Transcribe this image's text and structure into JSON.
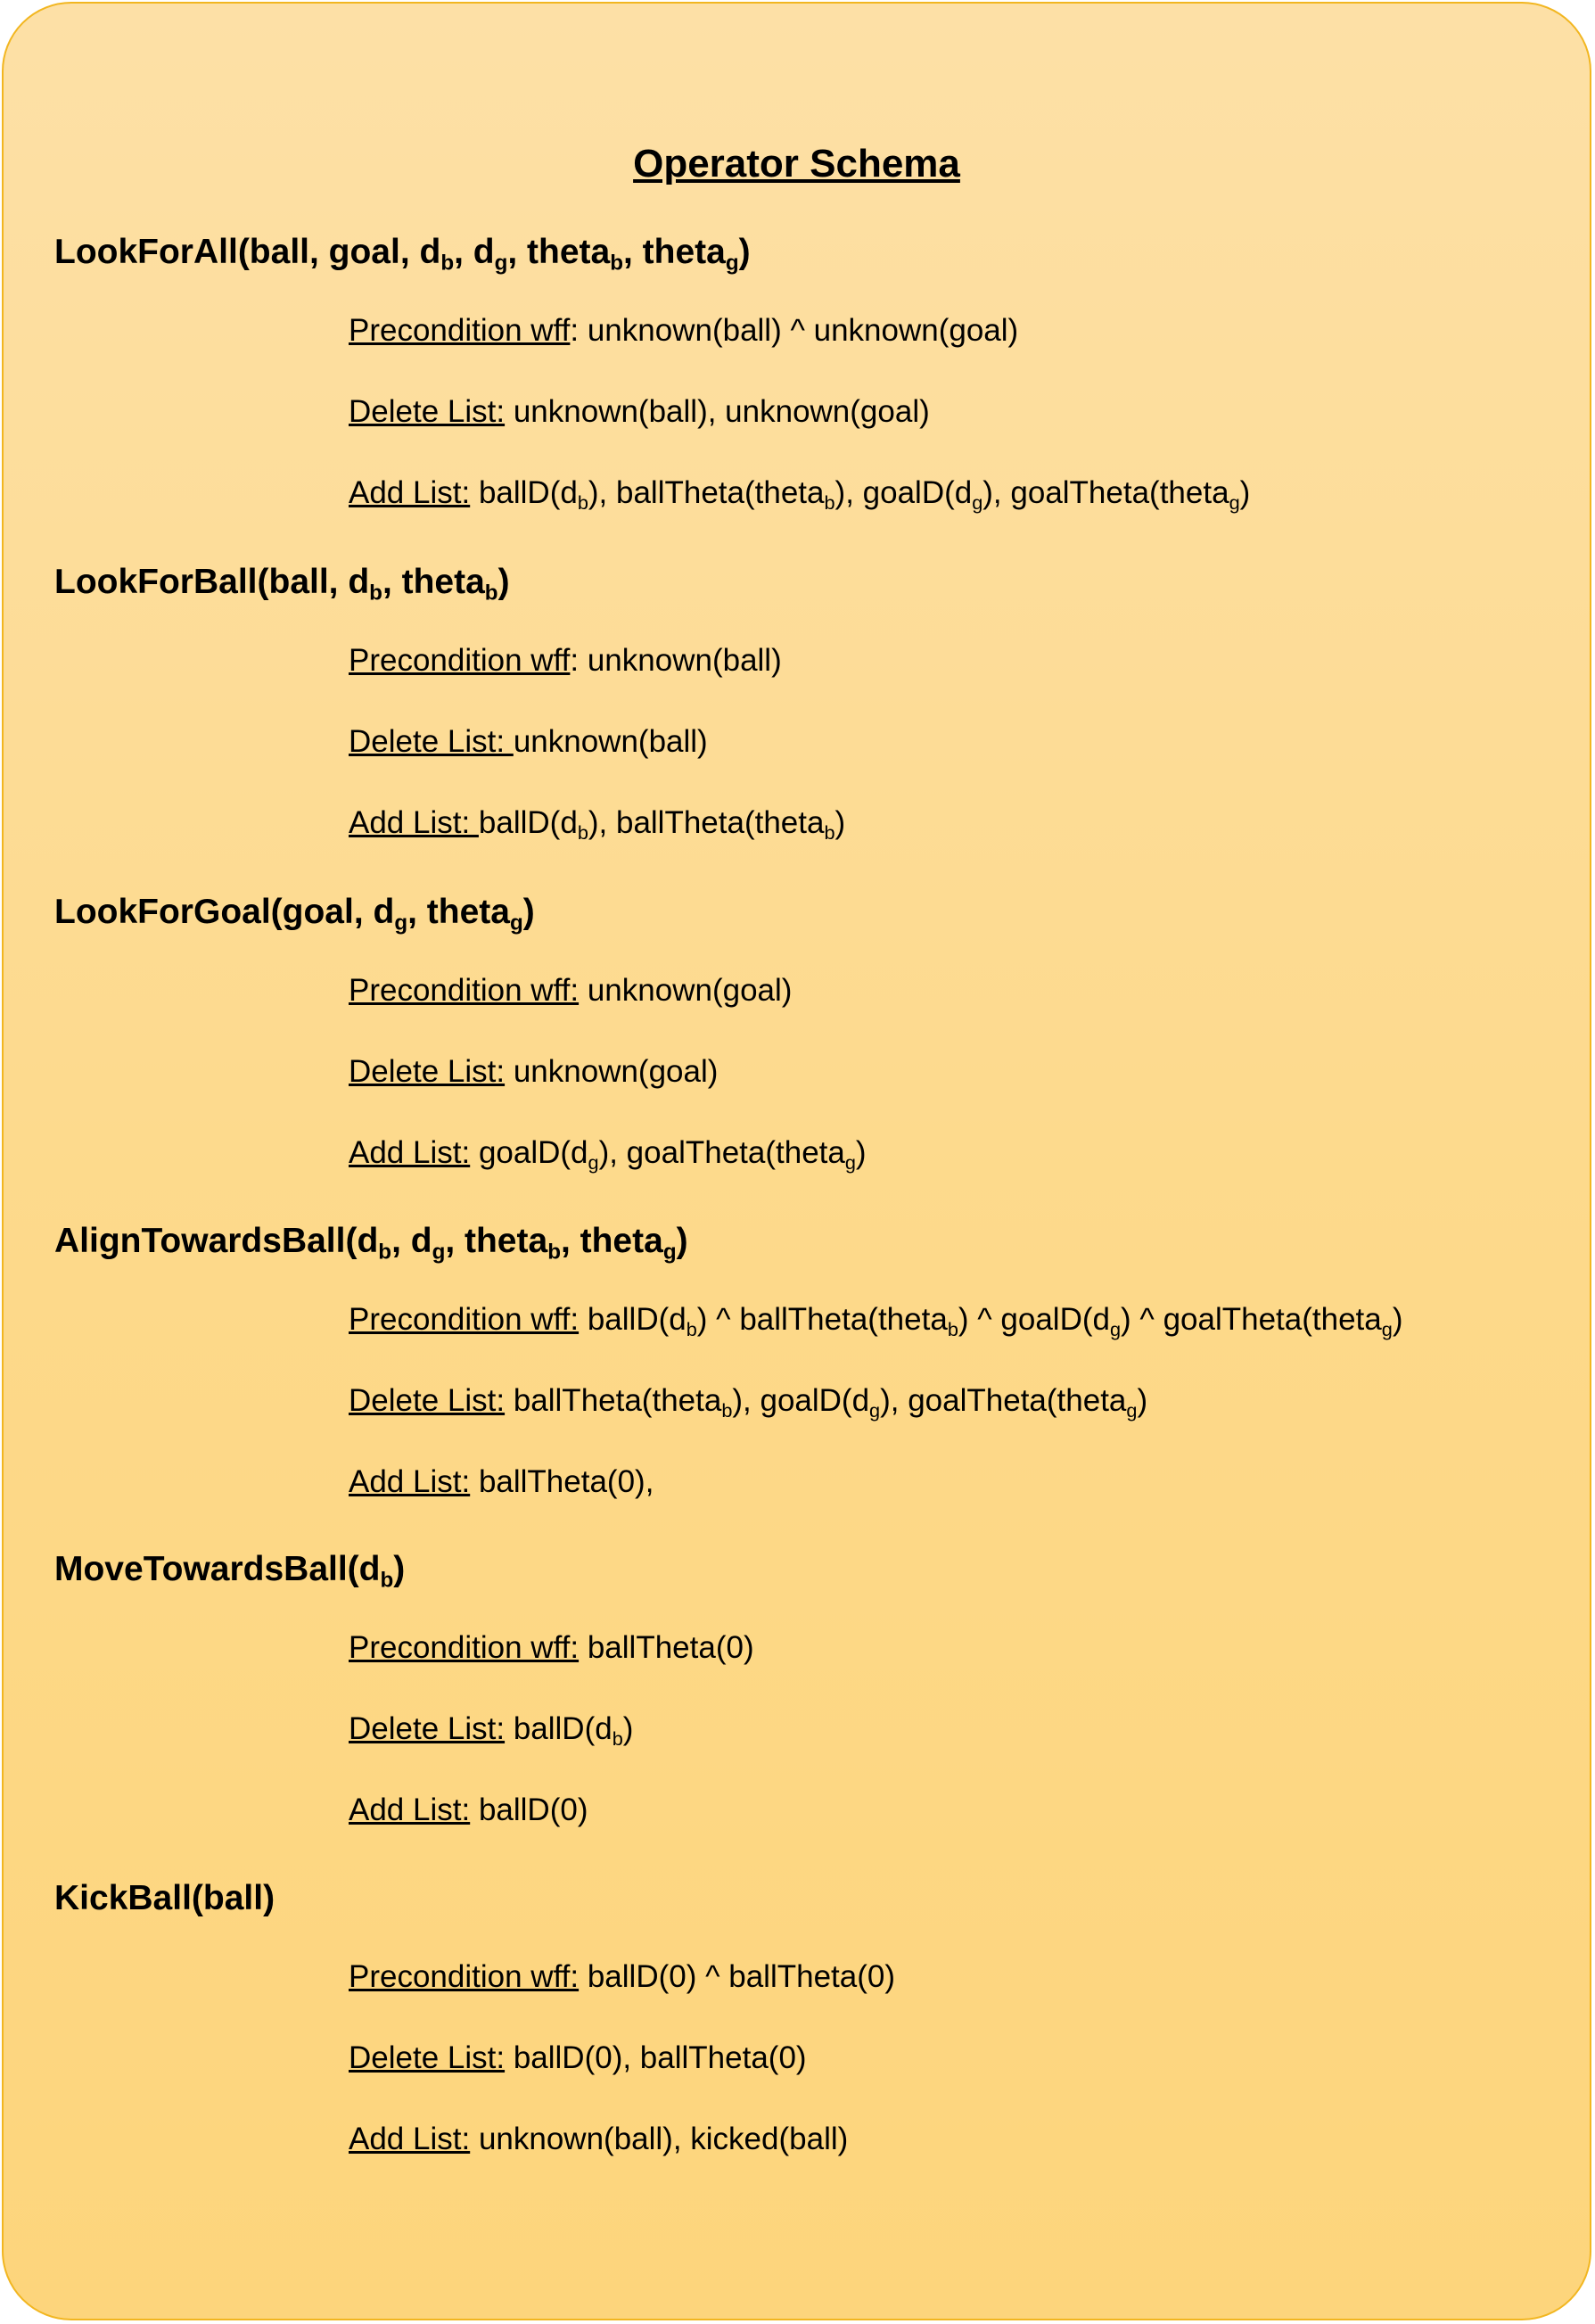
{
  "title": "Operator Schema",
  "operators": [
    {
      "name": "LookForAll(ball, goal, d<sub>b</sub>, d<sub>g</sub>, theta<sub>b</sub>, theta<sub>g</sub>)",
      "pre_label": "Precondition wff",
      "pre_sep": ": ",
      "pre": "unknown(ball) ^ unknown(goal)",
      "del_label": "Delete List:",
      "del_sep": " ",
      "del": "unknown(ball), unknown(goal)",
      "add_label": "Add List:",
      "add_sep": " ",
      "add": "ballD(d<sub>b</sub>), ballTheta(theta<sub>b</sub>), goalD(d<sub>g</sub>), goalTheta(theta<sub>g</sub>)"
    },
    {
      "name": "LookForBall(ball, d<sub>b</sub>, theta<sub>b</sub>)",
      "pre_label": "Precondition wff",
      "pre_sep": ": ",
      "pre": "unknown(ball)",
      "del_label": "Delete List: ",
      "del_sep": "",
      "del": "unknown(ball)",
      "add_label": "Add List: ",
      "add_sep": "",
      "add": "ballD(d<sub>b</sub>), ballTheta(theta<sub>b</sub>)"
    },
    {
      "name": "LookForGoal(goal, d<sub>g</sub>, theta<sub>g</sub>)",
      "pre_label": "Precondition wff:",
      "pre_sep": " ",
      "pre": "unknown(goal)",
      "del_label": "Delete List:",
      "del_sep": " ",
      "del": "unknown(goal)",
      "add_label": "Add List:",
      "add_sep": " ",
      "add": "goalD(d<sub>g</sub>), goalTheta(theta<sub>g</sub>)"
    },
    {
      "name": "AlignTowardsBall(d<sub>b</sub>, d<sub>g</sub>, theta<sub>b</sub>, theta<sub>g</sub>)",
      "pre_label": "Precondition wff:",
      "pre_sep": " ",
      "pre": "ballD(d<sub>b</sub>) ^ ballTheta(theta<sub>b</sub>) ^ goalD(d<sub>g</sub>) ^ goalTheta(theta<sub>g</sub>)",
      "del_label": "Delete List:",
      "del_sep": " ",
      "del": "ballTheta(theta<sub>b</sub>), goalD(d<sub>g</sub>), goalTheta(theta<sub>g</sub>)",
      "add_label": "Add List:",
      "add_sep": " ",
      "add": "ballTheta(0),"
    },
    {
      "name": "MoveTowardsBall(d<sub>b</sub>)",
      "pre_label": "Precondition wff:",
      "pre_sep": " ",
      "pre": "ballTheta(0)",
      "del_label": "Delete List:",
      "del_sep": " ",
      "del": "ballD(d<sub>b</sub>)",
      "add_label": "Add List:",
      "add_sep": " ",
      "add": "ballD(0)"
    },
    {
      "name": "KickBall(ball)",
      "pre_label": "Precondition wff:",
      "pre_sep": " ",
      "pre": "ballD(0) ^ ballTheta(0)",
      "del_label": "Delete List:",
      "del_sep": " ",
      "del": "ballD(0), ballTheta(0)",
      "add_label": "Add List:",
      "add_sep": " ",
      "add": "unknown(ball), kicked(ball)"
    }
  ]
}
